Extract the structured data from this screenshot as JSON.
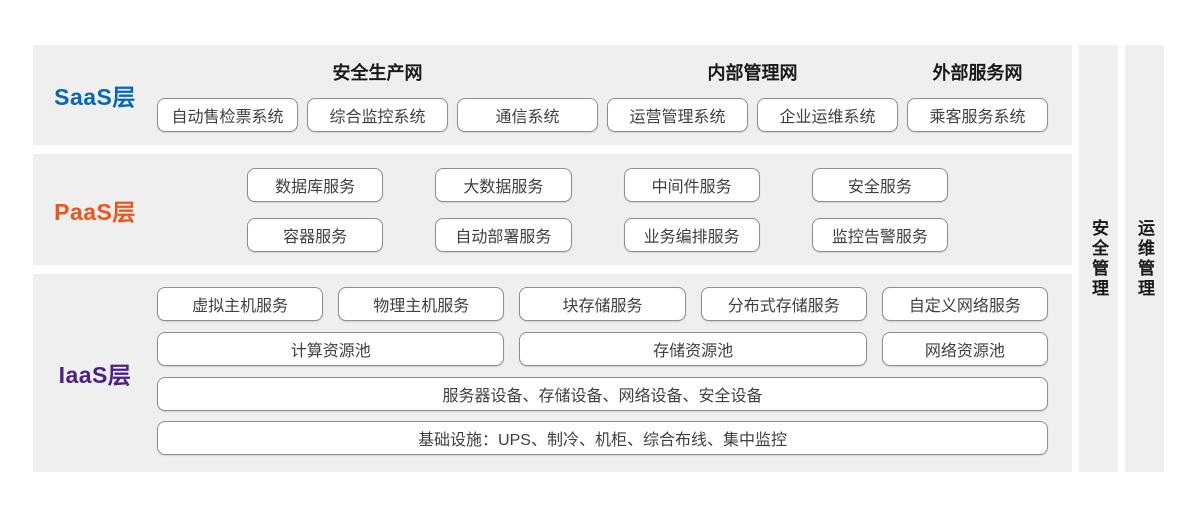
{
  "layers": {
    "saas": {
      "label": "SaaS层",
      "accent_color": "#0468b6",
      "network_headers": [
        {
          "label": "安全生产网"
        },
        {
          "label": "内部管理网"
        },
        {
          "label": "外部服务网"
        }
      ],
      "systems": [
        "自动售检票系统",
        "综合监控系统",
        "通信系统",
        "运营管理系统",
        "企业运维系统",
        "乘客服务系统"
      ]
    },
    "paas": {
      "label": "PaaS层",
      "accent_color": "#f0541a",
      "row1": [
        "数据库服务",
        "大数据服务",
        "中间件服务",
        "安全服务"
      ],
      "row2": [
        "容器服务",
        "自动部署服务",
        "业务编排服务",
        "监控告警服务"
      ]
    },
    "iaas": {
      "label": "IaaS层",
      "accent_color": "#4c2183",
      "service_row": [
        "虚拟主机服务",
        "物理主机服务",
        "块存储服务",
        "分布式存储服务",
        "自定义网络服务"
      ],
      "pool_row": [
        "计算资源池",
        "存储资源池",
        "网络资源池"
      ],
      "device_row": "服务器设备、存储设备、网络设备、安全设备",
      "infra_row": "基础设施：UPS、制冷、机柜、综合布线、集中监控"
    }
  },
  "side_bars": [
    {
      "label": "安全管理"
    },
    {
      "label": "运维管理"
    }
  ],
  "colors": {
    "band_bg": "#efefef",
    "box_bg": "#ffffff",
    "box_border": "#8f8f8f",
    "header_text": "#1a1a1a",
    "box_text": "#404040"
  }
}
